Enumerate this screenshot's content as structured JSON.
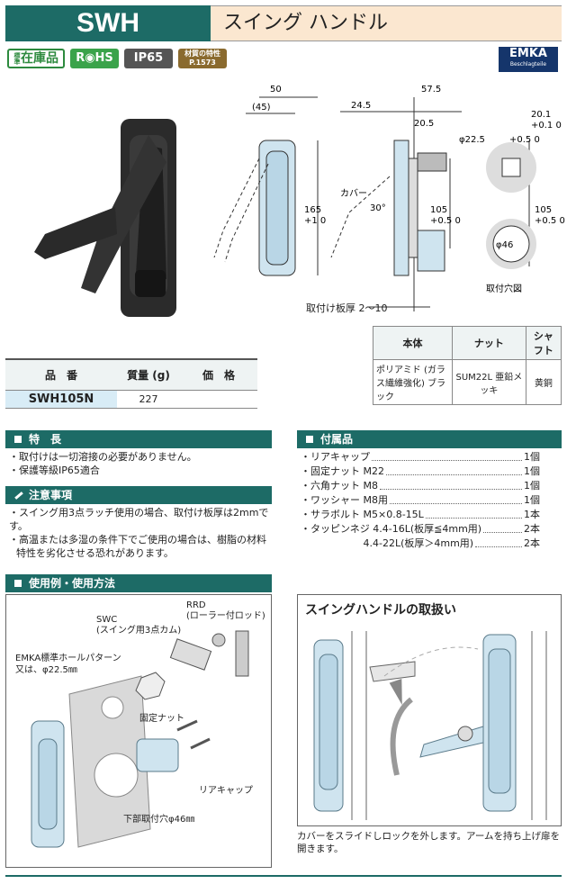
{
  "header": {
    "code": "SWH",
    "title": "スイング ハンドル"
  },
  "badges": {
    "stock": "在庫品",
    "stock_prefix": "標準",
    "rohs": "R◉HS",
    "ip": "IP65",
    "material": "材質の特性 P.1573"
  },
  "logo": {
    "name": "EMKA",
    "tagline": "Beschlagteile"
  },
  "drawing": {
    "dims": [
      "50",
      "(45)",
      "165",
      "57.5",
      "24.5",
      "20.5",
      "30°",
      "105",
      "20.1",
      "105",
      "φ22.5",
      "φ46"
    ],
    "tol_165": "+1 0",
    "tol_105": "+0.5 0",
    "tol_201": "+0.1 0",
    "tol_225": "+0.5 0",
    "cover_label": "カバー",
    "hole_label": "取付穴図",
    "thickness_label": "取付け板厚 2～10"
  },
  "spec_table": {
    "headers": [
      "本体",
      "ナット",
      "シャフト"
    ],
    "body": "ポリアミド (ガラス繊維強化) ブラック",
    "nut": "SUM22L 亜鉛メッキ",
    "shaft": "黄銅"
  },
  "product_table": {
    "headers": [
      "品　番",
      "質量 (g)",
      "価　格"
    ],
    "rows": [
      {
        "code": "SWH105N",
        "mass": "227",
        "price": ""
      }
    ]
  },
  "features": {
    "title": "特　長",
    "items": [
      "・取付けは一切溶接の必要がありません。",
      "・保護等級IP65適合"
    ]
  },
  "cautions": {
    "title": "注意事項",
    "items": [
      "・スイング用3点ラッチ使用の場合、取付け板厚は2mmです。",
      "・高温または多湿の条件下でご使用の場合は、樹脂の材料特性を劣化させる恐れがあります。"
    ]
  },
  "accessories": {
    "title": "付属品",
    "items": [
      {
        "name": "・リアキャップ",
        "qty": "1個"
      },
      {
        "name": "・固定ナット M22",
        "qty": "1個"
      },
      {
        "name": "・六角ナット M8",
        "qty": "1個"
      },
      {
        "name": "・ワッシャー M8用",
        "qty": "1個"
      },
      {
        "name": "・サラボルト M5×0.8-15L",
        "qty": "1本"
      },
      {
        "name": "・タッピンネジ 4.4-16L(板厚≦4mm用)",
        "qty": "2本"
      },
      {
        "name": "　　　　　　 4.4-22L(板厚＞4mm用)",
        "qty": "2本"
      }
    ]
  },
  "usage": {
    "title": "使用例・使用方法",
    "labels": {
      "rrd": "RRD",
      "rrd_sub": "(ローラー付ロッド)",
      "swc": "SWC",
      "swc_sub": "(スイング用3点カム)",
      "emka": "EMKA標準ホールパターン",
      "emka_sub": "又は、φ22.5㎜",
      "nut": "固定ナット",
      "cap": "リアキャップ",
      "bottom": "下部取付穴φ46㎜"
    }
  },
  "handling": {
    "title": "スイングハンドルの取扱い",
    "caption": "カバーをスライドしロックを外します。アームを持ち上げ扉を開きます。"
  }
}
